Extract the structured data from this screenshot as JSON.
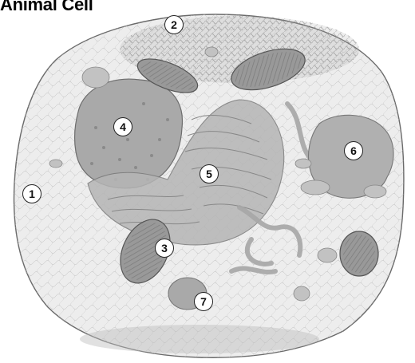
{
  "title": "Animal Cell",
  "labels": [
    "1",
    "2",
    "3",
    "4",
    "5",
    "6",
    "7"
  ]
}
